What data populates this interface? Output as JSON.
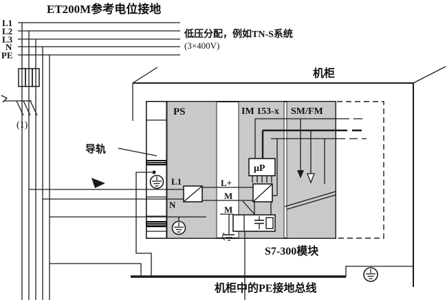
{
  "header": {
    "title": "ET200M参考电位接地"
  },
  "feeder": {
    "labels": [
      "L1",
      "L2",
      "L3",
      "N",
      "PE"
    ],
    "breaker_label": "(1)"
  },
  "notes": {
    "distribution": "低压分配，例如TN-S系统",
    "voltage": "(3×400V)"
  },
  "cabinet": {
    "label": "机柜",
    "pe_bus_label": "机柜中的PE接地总线"
  },
  "rail": {
    "label": "导轨"
  },
  "modules": {
    "ps": "PS",
    "im": "IM 153-x",
    "smfm": "SM/FM",
    "chip": "μP",
    "s7_label": "S7-300模块"
  },
  "wires": {
    "l1": "L1",
    "n": "N",
    "lplus": "L+",
    "m1": "M",
    "m2": "M"
  },
  "icons": {
    "pe_ground_circle": "protective-earth-in-circle",
    "chassis_ground": "earth-bars",
    "disconnect_arrow": "filled-arrowhead"
  },
  "colors": {
    "ink": "#1a1a1a",
    "module_fill": "#c9c9c9",
    "background": "#ffffff"
  }
}
